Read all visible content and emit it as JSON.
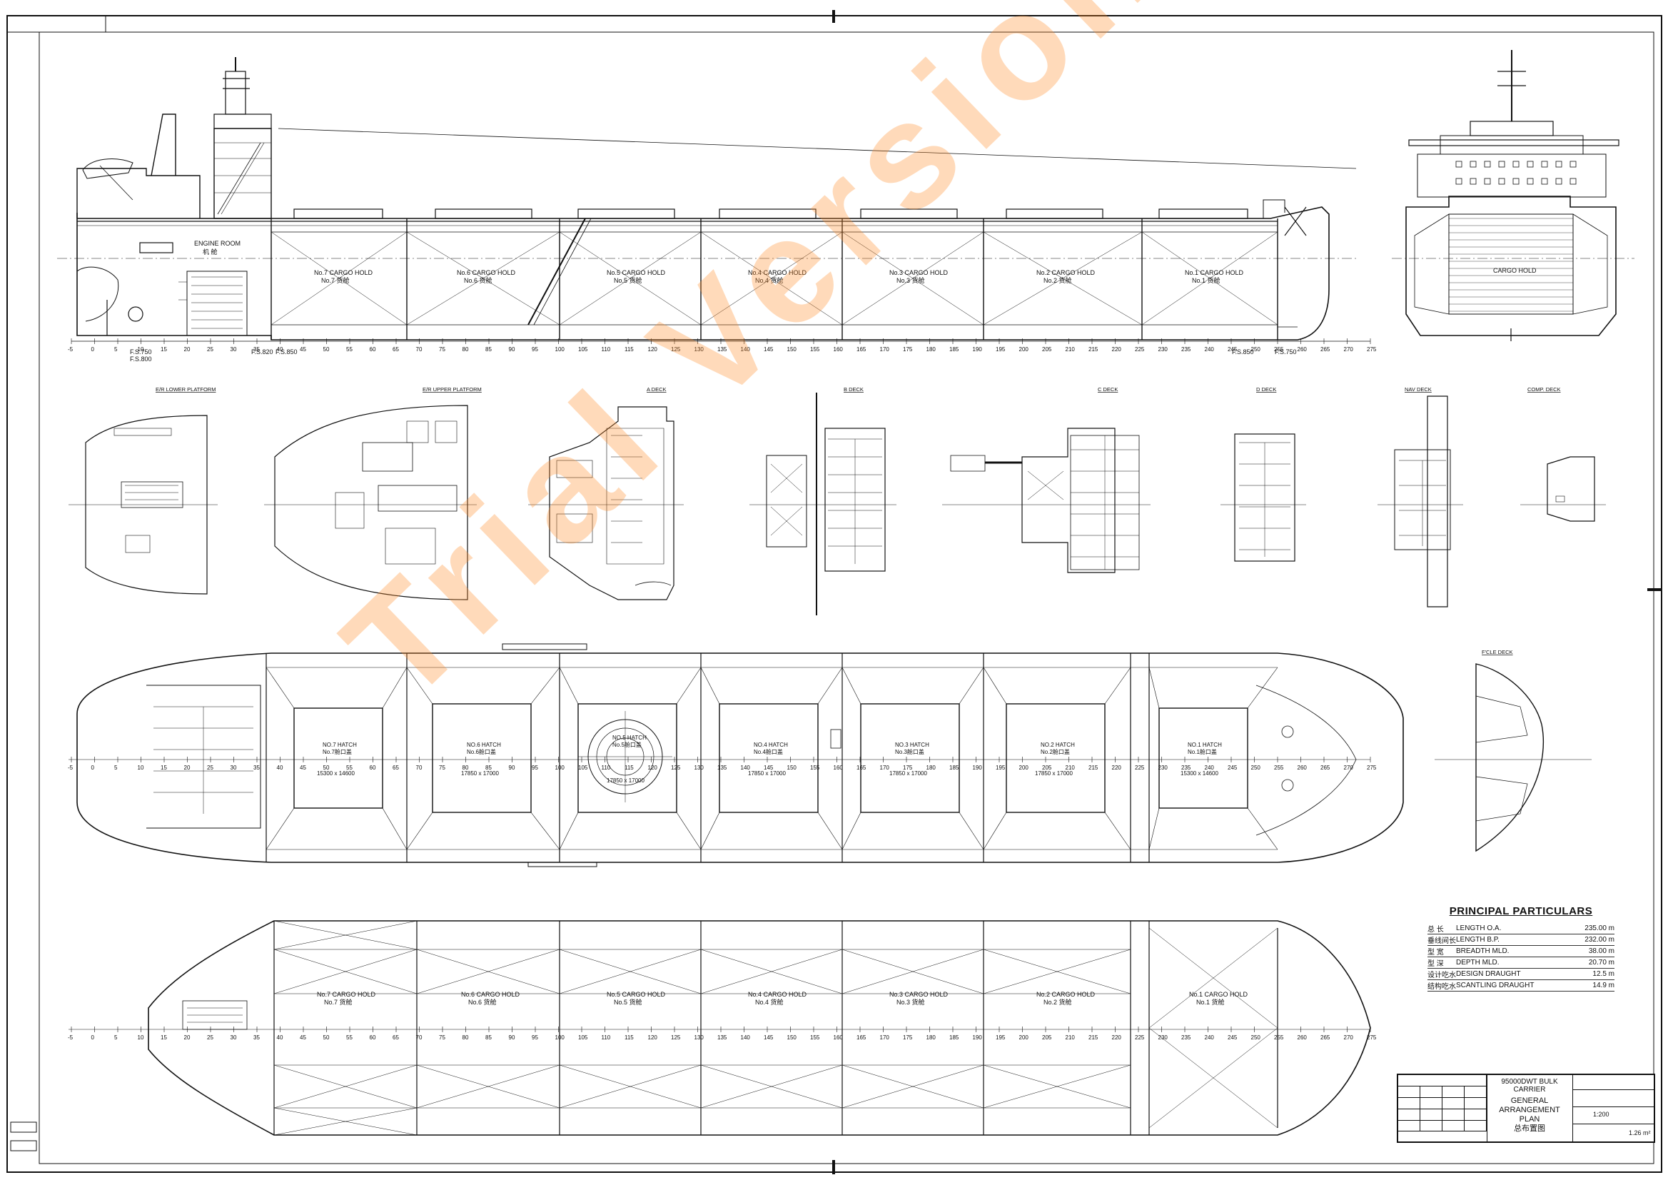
{
  "drawing": {
    "ship_name": "95000DWT BULK CARRIER",
    "title_en": "GENERAL ARRANGEMENT PLAN",
    "title_zh": "总布置图",
    "scale": "1:200",
    "area": "1.26 m²",
    "watermark": "Trial Version"
  },
  "profile": {
    "engine_room_en": "ENGINE ROOM",
    "engine_room_zh": "机 舱",
    "holds": [
      {
        "en": "No.7 CARGO HOLD",
        "zh": "No.7 货舱"
      },
      {
        "en": "No.6 CARGO HOLD",
        "zh": "No.6 货舱"
      },
      {
        "en": "No.5 CARGO HOLD",
        "zh": "No.5 货舱"
      },
      {
        "en": "No.4 CARGO HOLD",
        "zh": "No.4 货舱"
      },
      {
        "en": "No.3 CARGO HOLD",
        "zh": "No.3 货舱"
      },
      {
        "en": "No.2 CARGO HOLD",
        "zh": "No.2 货舱"
      },
      {
        "en": "No.1 CARGO HOLD",
        "zh": "No.1 货舱"
      }
    ],
    "frame_marks": [
      "F.S.750",
      "F.S.800",
      "F.S.820",
      "F.S.850",
      "F.S.850",
      "F.S.750"
    ],
    "frame_ticks": [
      "-5",
      "0",
      "5",
      "10",
      "15",
      "20",
      "25",
      "30",
      "35",
      "40",
      "45",
      "50",
      "55",
      "60",
      "65",
      "70",
      "75",
      "80",
      "85",
      "90",
      "95",
      "100",
      "105",
      "110",
      "115",
      "120",
      "125",
      "130",
      "135",
      "140",
      "145",
      "150",
      "155",
      "160",
      "165",
      "170",
      "175",
      "180",
      "185",
      "190",
      "195",
      "200",
      "205",
      "210",
      "215",
      "220",
      "225",
      "230",
      "235",
      "240",
      "245",
      "250",
      "255",
      "260",
      "265",
      "270",
      "275"
    ]
  },
  "section": {
    "cargo_hold_label": "CARGO HOLD"
  },
  "deck_views": [
    {
      "label": "E/R LOWER PLATFORM"
    },
    {
      "label": "E/R UPPER PLATFORM"
    },
    {
      "label": "A DECK"
    },
    {
      "label": "B DECK"
    },
    {
      "label": "C DECK"
    },
    {
      "label": "D DECK"
    },
    {
      "label": "NAV DECK"
    },
    {
      "label": "COMP. DECK"
    }
  ],
  "plan": {
    "hatches": [
      {
        "no": "NO.7 HATCH",
        "zh": "No.7舱口盖",
        "size": "15300 x 14600"
      },
      {
        "no": "NO.6 HATCH",
        "zh": "No.6舱口盖",
        "size": "17850 x 17000"
      },
      {
        "no": "NO.5 HATCH",
        "zh": "No.5舱口盖",
        "size": "17850 x 17000"
      },
      {
        "no": "NO.4 HATCH",
        "zh": "No.4舱口盖",
        "size": "17850 x 17000"
      },
      {
        "no": "NO.3 HATCH",
        "zh": "No.3舱口盖",
        "size": "17850 x 17000"
      },
      {
        "no": "NO.2 HATCH",
        "zh": "No.2舱口盖",
        "size": "17850 x 17000"
      },
      {
        "no": "NO.1 HATCH",
        "zh": "No.1舱口盖",
        "size": "15300 x 14600"
      }
    ],
    "fore_deck_label": "F'CLE DECK"
  },
  "principal_particulars": {
    "title": "PRINCIPAL PARTICULARS",
    "rows": [
      {
        "zh": "总 长",
        "en": "LENGTH O.A.",
        "val": "235.00 m"
      },
      {
        "zh": "垂线间长",
        "en": "LENGTH B.P.",
        "val": "232.00 m"
      },
      {
        "zh": "型 宽",
        "en": "BREADTH MLD.",
        "val": "38.00 m"
      },
      {
        "zh": "型 深",
        "en": "DEPTH MLD.",
        "val": "20.70 m"
      },
      {
        "zh": "设计吃水",
        "en": "DESIGN DRAUGHT",
        "val": "12.5 m"
      },
      {
        "zh": "结构吃水",
        "en": "SCANTLING DRAUGHT",
        "val": "14.9 m"
      }
    ]
  }
}
